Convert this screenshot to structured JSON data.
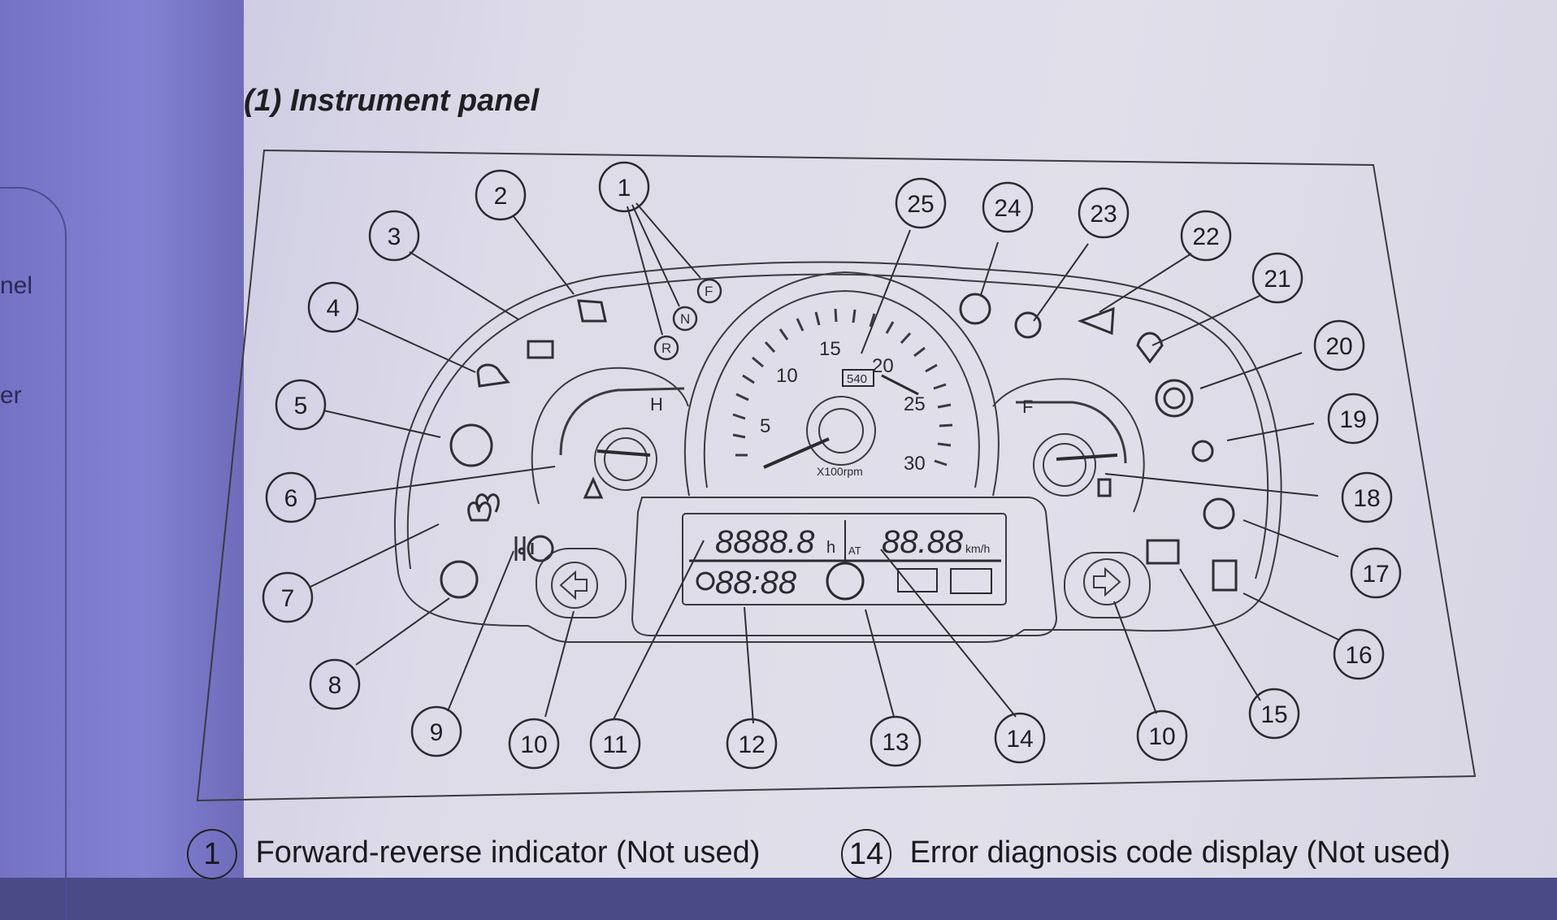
{
  "left_page": {
    "fragment_1": "nel",
    "fragment_2": "er"
  },
  "page_title": "(1) Instrument panel",
  "callouts": {
    "c1": "1",
    "c2": "2",
    "c3": "3",
    "c4": "4",
    "c5": "5",
    "c6": "6",
    "c7": "7",
    "c8": "8",
    "c9": "9",
    "c10a": "10",
    "c11": "11",
    "c12": "12",
    "c13": "13",
    "c14": "14",
    "c10b": "10",
    "c15": "15",
    "c16": "16",
    "c17": "17",
    "c18": "18",
    "c19": "19",
    "c20": "20",
    "c21": "21",
    "c22": "22",
    "c23": "23",
    "c24": "24",
    "c25": "25"
  },
  "gear_markers": {
    "f": "F",
    "n": "N",
    "r": "R"
  },
  "tachometer": {
    "ticks": [
      "5",
      "10",
      "15",
      "20",
      "25",
      "30"
    ],
    "unit": "X100rpm",
    "pto_label": "540"
  },
  "temp_gauge": {
    "hot": "H"
  },
  "fuel_gauge": {
    "full": "F"
  },
  "lcd": {
    "hours": "8888.8",
    "hours_unit": "h",
    "speed": "88.88",
    "speed_unit": "km/h",
    "clock": "88:88",
    "auto_label": "AT"
  },
  "legend": {
    "item1_num": "1",
    "item1_text": "Forward-reverse indicator (Not used)",
    "item14_num": "14",
    "item14_text": "Error diagnosis code display (Not used)"
  }
}
